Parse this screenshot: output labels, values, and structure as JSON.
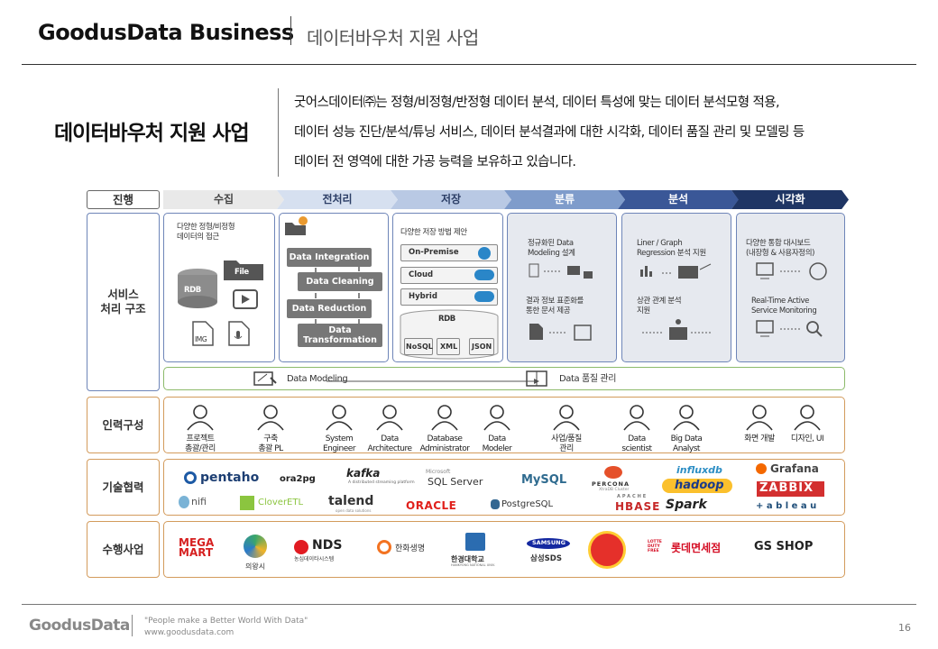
{
  "header": {
    "brand": "GoodusData Business",
    "subtitle": "데이터바우처 지원 사업"
  },
  "section": {
    "title": "데이터바우처 지원 사업",
    "intro": [
      "굿어스데이터㈜는 정형/비정형/반정형 데이터 분석, 데이터 특성에 맞는 데이터 분석모형 적용,",
      "데이터 성능 진단/분석/튜닝 서비스, 데이터 분석결과에 대한 시각화, 데이터 품질 관리 및 모델링 등",
      "데이터 전 영역에 대한 가공 능력을 보유하고 있습니다."
    ]
  },
  "stages": {
    "label": "진행",
    "items": [
      "수집",
      "전처리",
      "저장",
      "분류",
      "분석",
      "시각화"
    ]
  },
  "rows": {
    "service": "서비스\n처리 구조",
    "people": "인력구성",
    "tech": "기술협력",
    "projects": "수행사업"
  },
  "collect": {
    "title": "다양한 정형/비정형\n데이터의 접근",
    "rdb": "RDB",
    "file": "File",
    "img": "IMG"
  },
  "pre": {
    "steps": [
      "Data Integration",
      "Data Cleaning",
      "Data Reduction",
      "Data\nTransformation"
    ]
  },
  "store": {
    "title": "다양한 저장 방법 제안",
    "options": [
      "On-Premise",
      "Cloud",
      "Hybrid"
    ],
    "rdb": "RDB",
    "formats": [
      "NoSQL",
      "XML",
      "JSON"
    ]
  },
  "classify": {
    "a": "정규화된 Data\nModeling 설계",
    "b": "결과 정보 표준화를\n통한 문서 제공"
  },
  "analyze": {
    "a": "Liner / Graph\nRegression 분석 지원",
    "b": "상관 관계 분석\n지원"
  },
  "visual": {
    "a": "다양한 통합 대시보드\n(내장형 & 사용자정의)",
    "b": "Real-Time Active\nService Monitoring"
  },
  "bottom": {
    "a": "Data Modeling",
    "b": "Data 품질 관리"
  },
  "people": [
    {
      "label": "프로젝트\n총괄/관리"
    },
    {
      "label": "구축\n총괄 PL"
    },
    {
      "label": "System\nEngineer"
    },
    {
      "label": "Data\nArchitecture"
    },
    {
      "label": "Database\nAdministrator"
    },
    {
      "label": "Data\nModeler"
    },
    {
      "label": "사업/품질\n관리"
    },
    {
      "label": "Data\nscientist"
    },
    {
      "label": "Big Data\nAnalyst"
    },
    {
      "label": "화면 개발"
    },
    {
      "label": "디자인, UI"
    }
  ],
  "tech": {
    "pentaho": "pentaho",
    "ora2pg": "ora2pg",
    "kafka": "kafka",
    "kafka_sub": "A distributed streaming platform",
    "sqlserver": "SQL Server",
    "sqlserver_pre": "Microsoft",
    "mysql": "MySQL",
    "percona": "PERCONA",
    "percona_sub": "XtraDB Cluster",
    "influx": "influxdb",
    "grafana": "Grafana",
    "nifi": "nifi",
    "clover": "CloverETL",
    "talend": "talend",
    "talend_sub": "open data solutions",
    "oracle": "ORACLE",
    "postgres": "PostgreSQL",
    "hbase": "HBASE",
    "hbase_pre": "APACHE",
    "hadoop": "hadoop",
    "zabbix": "ZABBIX",
    "spark": "Spark",
    "tableau": "+ a b l e a u"
  },
  "projects": {
    "megamart": "MEGA\nMART",
    "uiwang": "의왕시",
    "nds": "NDS",
    "nds_sub": "농심데이타시스템",
    "hanwha": "한화생명",
    "hankyong": "한경대학교",
    "hankyong_sub": "HANKYONG NATIONAL UNIV.",
    "samsung": "SAMSUNG",
    "samsungsds": "삼성SDS",
    "lotte_logo": "LOTTE\nDUTY\nFREE",
    "lotte": "롯데면세점",
    "gsshop": "GS SHOP"
  },
  "footer": {
    "logo": "GoodusData",
    "slogan": "\"People make a Better World With Data\"",
    "url": "www.goodusdata.com",
    "page": "16"
  },
  "colors": {
    "chev1": "#e9e9e9",
    "chev2": "#d6e0f0",
    "chev3": "#b9c9e4",
    "chev4": "#7f9ccb",
    "chev5": "#3a5797",
    "chev6": "#1f3564",
    "service_border": "#6e85b8",
    "people_border": "#d39b5c",
    "bottom_border": "#8cba6a"
  }
}
